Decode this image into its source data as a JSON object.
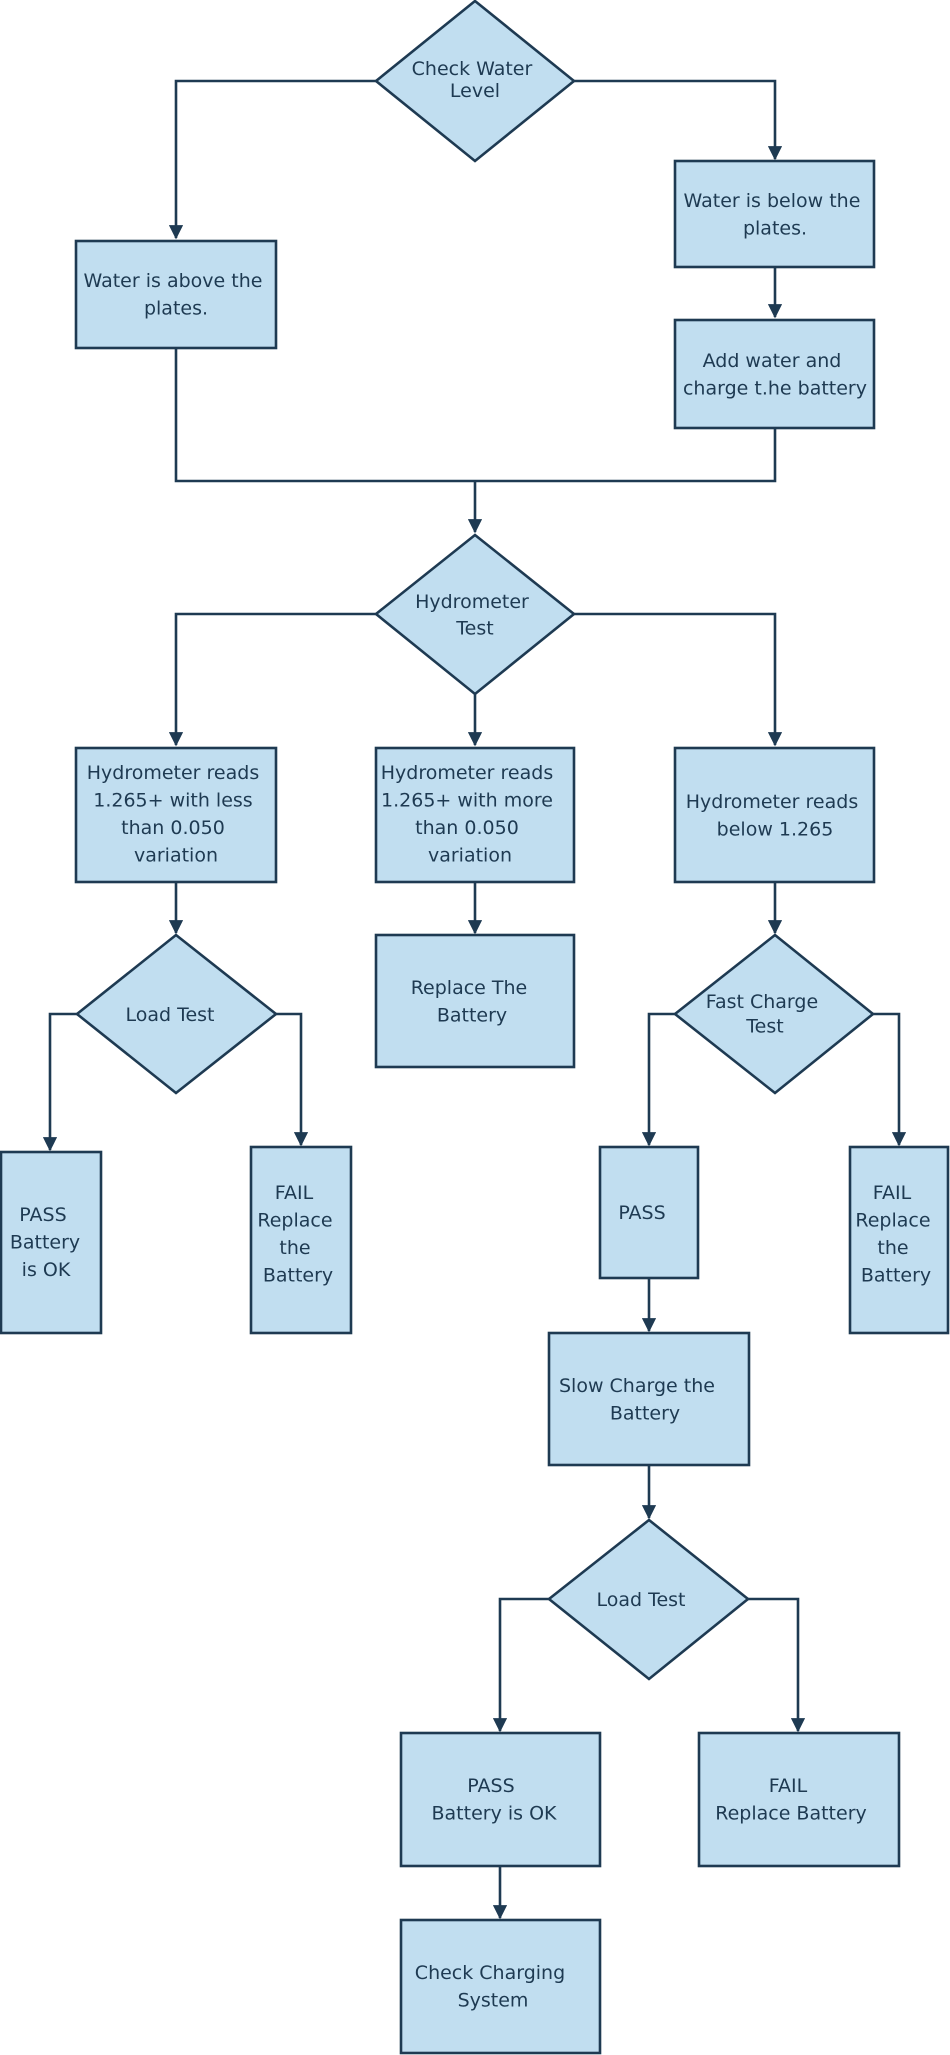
{
  "colors": {
    "node_fill": "#c1def0",
    "stroke": "#1e3a52",
    "text": "#1e3a52",
    "background": "#ffffff"
  },
  "nodes": {
    "check_water_level": {
      "lines": [
        "Check Water",
        "Level"
      ]
    },
    "water_above": {
      "lines": [
        "Water is above the",
        "plates."
      ]
    },
    "water_below": {
      "lines": [
        "Water is below the",
        "plates."
      ]
    },
    "add_water": {
      "lines": [
        "Add water and",
        "charge t.he battery"
      ]
    },
    "hydrometer_test": {
      "lines": [
        "Hydrometer",
        "Test"
      ]
    },
    "reads_less_variation": {
      "lines": [
        "Hydrometer reads",
        "1.265+ with less",
        "than 0.050",
        "variation"
      ]
    },
    "reads_more_variation": {
      "lines": [
        "Hydrometer reads",
        "1.265+ with more",
        "than 0.050",
        "variation"
      ]
    },
    "reads_below": {
      "lines": [
        "Hydrometer reads",
        "below 1.265"
      ]
    },
    "load_test_1": {
      "lines": [
        "Load Test"
      ]
    },
    "replace_the_battery": {
      "lines": [
        "Replace The",
        "Battery"
      ]
    },
    "fast_charge_test": {
      "lines": [
        "Fast Charge",
        "Test"
      ]
    },
    "pass_battery_ok_1": {
      "lines": [
        "PASS",
        "Battery",
        "is OK"
      ]
    },
    "fail_replace_1": {
      "lines": [
        "FAIL",
        "Replace",
        "the",
        "Battery"
      ]
    },
    "pass_fast": {
      "lines": [
        "PASS"
      ]
    },
    "fail_replace_2": {
      "lines": [
        "FAIL",
        "Replace",
        "the",
        "Battery"
      ]
    },
    "slow_charge": {
      "lines": [
        "Slow Charge the",
        "Battery"
      ]
    },
    "load_test_2": {
      "lines": [
        "Load Test"
      ]
    },
    "pass_battery_ok_2": {
      "lines": [
        "PASS",
        "Battery is OK"
      ]
    },
    "fail_replace_battery": {
      "lines": [
        "FAIL",
        "Replace Battery"
      ]
    },
    "check_charging": {
      "lines": [
        "Check Charging",
        "System"
      ]
    }
  }
}
